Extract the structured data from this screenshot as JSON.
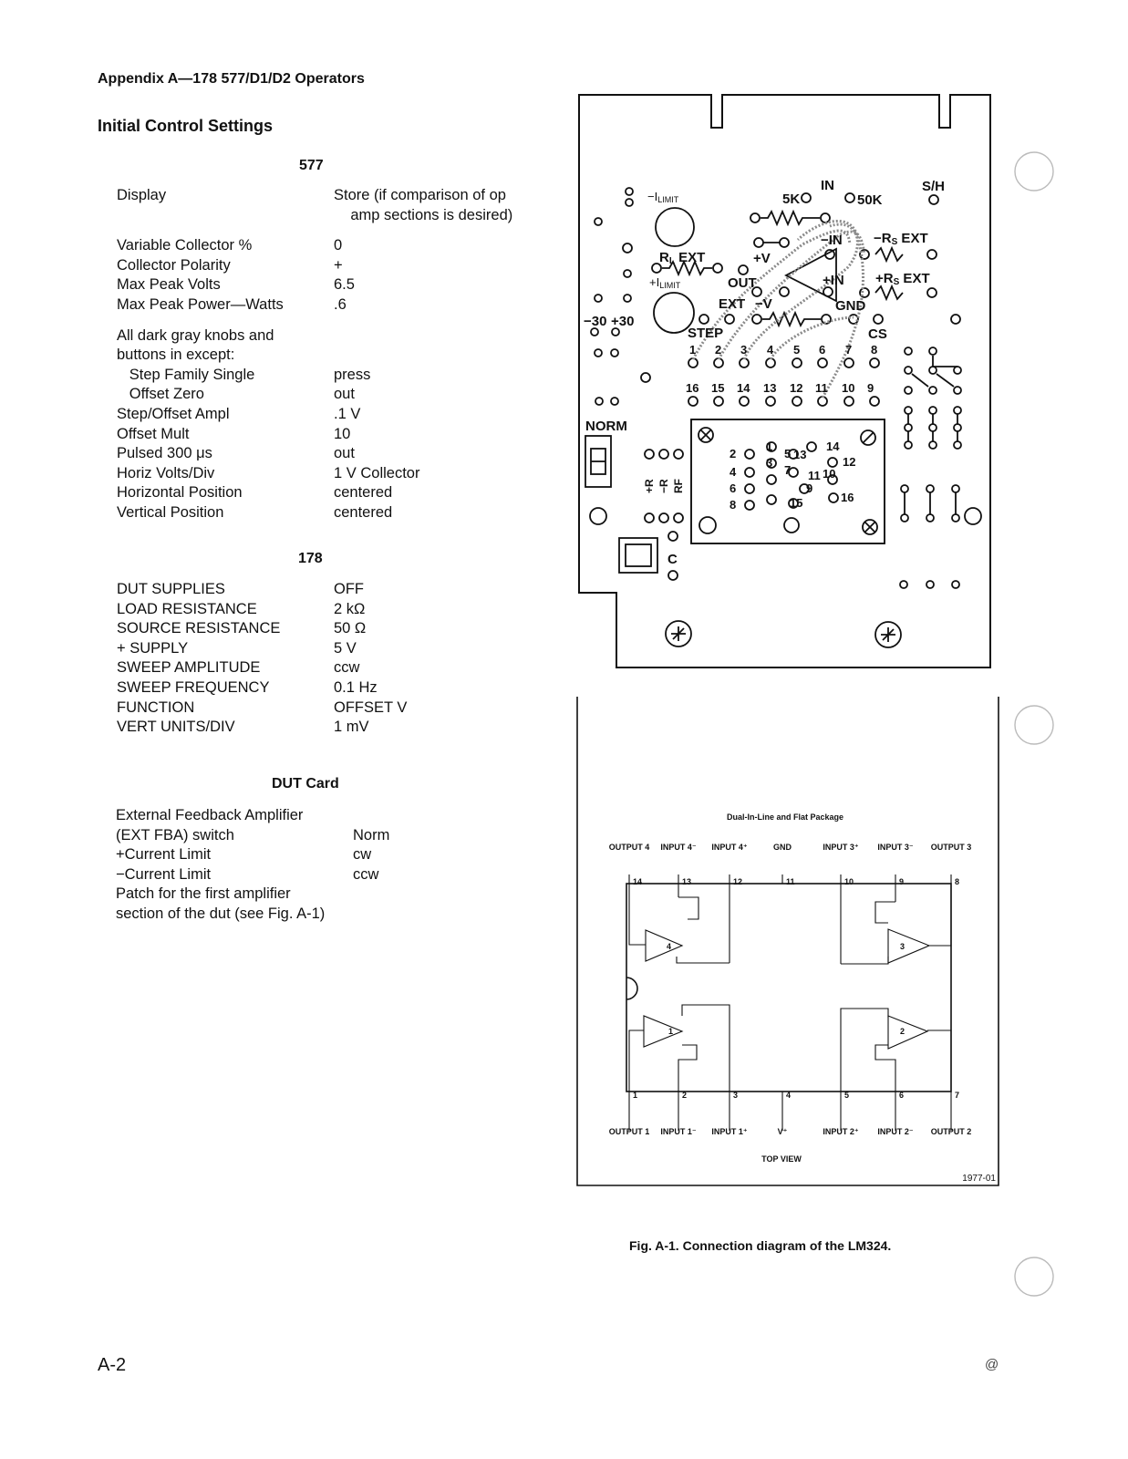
{
  "page": {
    "header": "Appendix A—178 577/D1/D2 Operators",
    "heading": "Initial Control Settings",
    "page_number": "A-2",
    "corner_mark": "@",
    "fig_caption": "Fig. A-1.  Connection diagram of the LM324."
  },
  "section577": {
    "title": "577",
    "rows": [
      {
        "label": "Display",
        "value": "Store (if comparison of op"
      },
      {
        "label": "",
        "value": "    amp sections is desired)"
      },
      {
        "label": "Variable Collector %",
        "value": "0"
      },
      {
        "label": "Collector Polarity",
        "value": "+"
      },
      {
        "label": "Max Peak Volts",
        "value": "6.5"
      },
      {
        "label": "Max Peak Power—Watts",
        "value": ".6"
      },
      {
        "label": "All dark gray knobs and",
        "value": ""
      },
      {
        "label": "buttons in except:",
        "value": ""
      },
      {
        "label": "   Step Family Single",
        "value": "press"
      },
      {
        "label": "   Offset Zero",
        "value": "out"
      },
      {
        "label": "Step/Offset Ampl",
        "value": ".1 V"
      },
      {
        "label": "Offset Mult",
        "value": "10"
      },
      {
        "label": "Pulsed 300 μs",
        "value": "out"
      },
      {
        "label": "Horiz Volts/Div",
        "value": "1 V Collector"
      },
      {
        "label": "Horizontal Position",
        "value": "centered"
      },
      {
        "label": "Vertical Position",
        "value": "centered"
      }
    ]
  },
  "section178": {
    "title": "178",
    "rows": [
      {
        "label": "DUT SUPPLIES",
        "value": "OFF"
      },
      {
        "label": "LOAD RESISTANCE",
        "value": "2 kΩ"
      },
      {
        "label": "SOURCE RESISTANCE",
        "value": "50 Ω"
      },
      {
        "label": "+ SUPPLY",
        "value": "5 V"
      },
      {
        "label": "SWEEP AMPLITUDE",
        "value": "ccw"
      },
      {
        "label": "SWEEP FREQUENCY",
        "value": "0.1 Hz"
      },
      {
        "label": "FUNCTION",
        "value": "OFFSET V"
      },
      {
        "label": "VERT UNITS/DIV",
        "value": "1 mV"
      }
    ]
  },
  "sectionDUT": {
    "title": "DUT Card",
    "rows": [
      {
        "label": "External Feedback Amplifier",
        "value": ""
      },
      {
        "label": "(EXT FBA) switch",
        "value": "Norm"
      },
      {
        "label": "+Current Limit",
        "value": "cw"
      },
      {
        "label": "−Current Limit",
        "value": "ccw"
      },
      {
        "label": "Patch for the first amplifier",
        "value": ""
      },
      {
        "label": "section of the dut (see Fig. A-1)",
        "value": ""
      }
    ]
  },
  "card": {
    "in": "IN",
    "sh": "S/H",
    "r5k": "5K",
    "r50k": "50K",
    "ilimit_neg": "−I",
    "ilimit_pos": "+I",
    "limit_sub": "LIMIT",
    "rl_ext": "R",
    "rl_sub": "L",
    "ext": " EXT",
    "plus_v": "+V",
    "minus_in": "−IN",
    "plus_in": "+IN",
    "out": "OUT",
    "minus_v": "−V",
    "gnd": "GND",
    "rs_neg": "−R",
    "rs_pos": "+R",
    "rs_sub": "S",
    "ext_lbl": "EXT",
    "step": "STEP",
    "cs": "CS",
    "m30": "−30",
    "p30": "+30",
    "norm": "NORM",
    "pins_top": [
      "1",
      "2",
      "3",
      "4",
      "5",
      "6",
      "7",
      "8"
    ],
    "pins_bottom": [
      "16",
      "15",
      "14",
      "13",
      "12",
      "11",
      "10",
      "9"
    ],
    "socket": [
      "1",
      "2",
      "3",
      "4",
      "5",
      "6",
      "7",
      "8",
      "9",
      "10",
      "11",
      "12",
      "13",
      "14",
      "15",
      "16"
    ],
    "plus_r": "+R",
    "minus_r": "−R",
    "rf": "RF",
    "c": "C"
  },
  "lm324": {
    "title": "Dual-In-Line and Flat Package",
    "top_labels": [
      "OUTPUT 4",
      "INPUT 4⁻",
      "INPUT 4⁺",
      "GND",
      "INPUT 3⁺",
      "INPUT 3⁻",
      "OUTPUT 3"
    ],
    "top_pins": [
      "14",
      "13",
      "12",
      "11",
      "10",
      "9",
      "8"
    ],
    "bottom_labels": [
      "OUTPUT 1",
      "INPUT 1⁻",
      "INPUT 1⁺",
      "V⁺",
      "INPUT 2⁺",
      "INPUT 2⁻",
      "OUTPUT 2"
    ],
    "bottom_pins": [
      "1",
      "2",
      "3",
      "4",
      "5",
      "6",
      "7"
    ],
    "amps": [
      "1",
      "2",
      "3",
      "4"
    ],
    "top_view": "TOP VIEW",
    "fig_id": "1977-01"
  }
}
